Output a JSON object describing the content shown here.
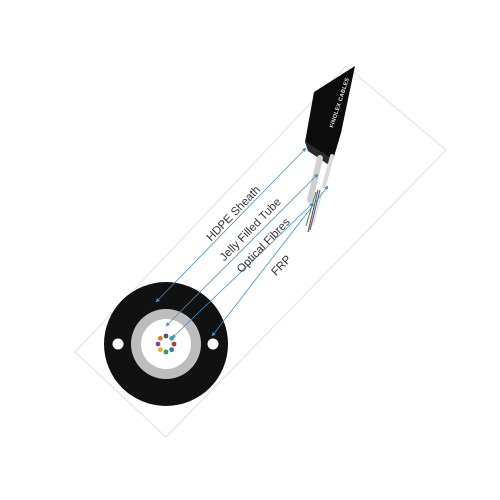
{
  "brand_label": "FINOLEX CABLES",
  "callouts": [
    {
      "id": "hdpe-sheath",
      "label": "HDPE Sheath"
    },
    {
      "id": "jelly-filled-tube",
      "label": "Jelly Filled Tube"
    },
    {
      "id": "optical-fibres",
      "label": "Optical Fibres"
    },
    {
      "id": "frp",
      "label": "FRP"
    }
  ],
  "colors": {
    "sheath": "#111111",
    "tube": "#bdbdbd",
    "core": "#ffffff",
    "leader_line": "#3f8fcf",
    "frame": "#e0e0e0"
  },
  "fibre_colors": [
    "#b23a3a",
    "#3a6fb2",
    "#2e9e4f",
    "#e3b22e",
    "#7a4aa0",
    "#e07a2e",
    "#555555",
    "#35a7a7"
  ]
}
